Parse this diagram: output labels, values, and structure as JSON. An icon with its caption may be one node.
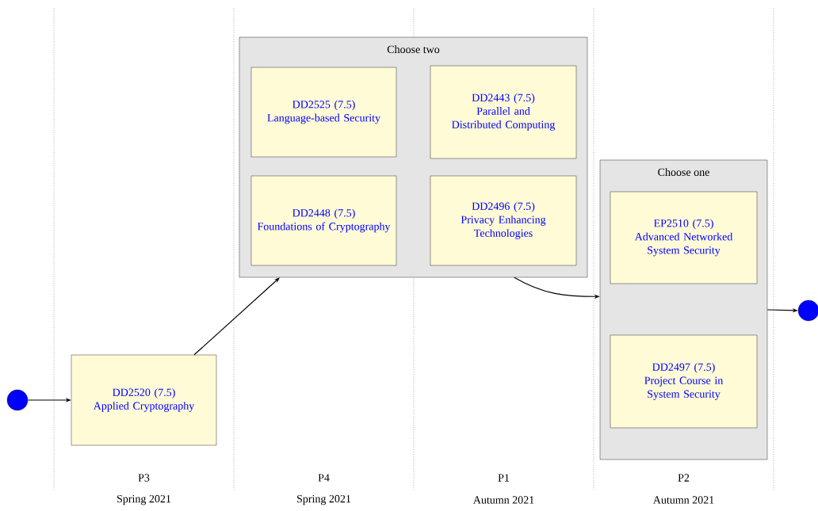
{
  "diagram": {
    "nodes": [
      {
        "text": [],
        "shape": "circle"
      },
      {
        "text": [
          "DD2520 (7.5)",
          "Applied Cryptography"
        ]
      },
      {
        "text": [
          "Choose two"
        ]
      },
      {
        "text": [
          "DD2525 (7.5)",
          "Language-based Security"
        ],
        "in": 2
      },
      {
        "text": [
          "DD2443 (7.5)",
          "Parallel and Distributed Computing"
        ],
        "in": 2
      },
      {
        "text": [
          "DD2448 (7.5)",
          "Foundations of Cryptography"
        ],
        "in": 2
      },
      {
        "text": [
          "DD2496 (7.5)",
          "Privacy Enhancing Technologies"
        ],
        "in": 2
      },
      {
        "text": [
          "Choose one"
        ]
      },
      {
        "text": [
          "EP2510 (7.5)",
          "Advanced Networked System Security"
        ],
        "in": 7
      },
      {
        "text": [
          "DD2497 (7.5)",
          "Project Course in System Security"
        ],
        "in": 7
      },
      {
        "text": [],
        "shape": "circle"
      }
    ],
    "edges": [
      {
        "from": 0,
        "to": 1,
        "arrow": "to"
      },
      {
        "from": 1,
        "to": 2,
        "arrow": "to"
      },
      {
        "from": 2,
        "to": 7,
        "arrow": "to"
      },
      {
        "from": 7,
        "to": 10,
        "arrow": "to"
      }
    ],
    "labels": [
      "P3",
      "Spring 2021",
      "P4",
      "Spring 2021",
      "P1",
      "Autumn 2021",
      "P2",
      "Autumn 2021"
    ]
  }
}
